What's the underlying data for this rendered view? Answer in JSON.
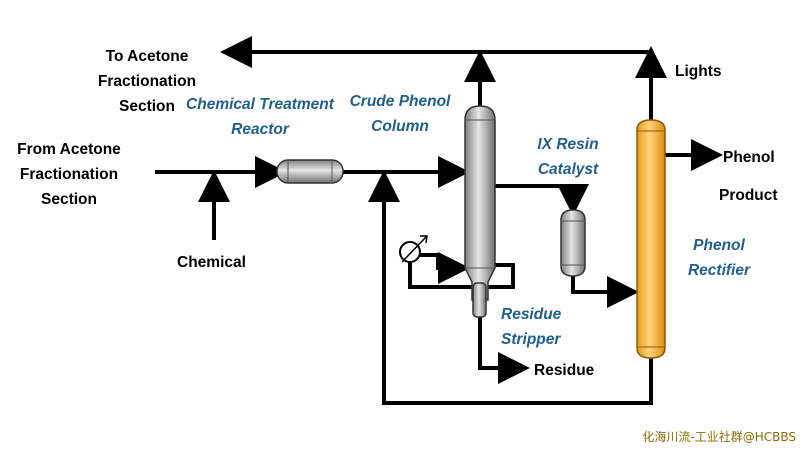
{
  "colors": {
    "line": "#000000",
    "label_equipment": "#1F5F8B",
    "vessel_gray": "#A6A6A6",
    "rectifier_fill": "#F5B942"
  },
  "labels": {
    "to_acetone": [
      "To Acetone",
      "Fractionation",
      "Section"
    ],
    "from_acetone": [
      "From Acetone",
      "Fractionation",
      "Section"
    ],
    "chemical": "Chemical",
    "lights": "Lights",
    "phenol_product": [
      "Phenol",
      "Product"
    ],
    "residue": "Residue",
    "chemical_treatment_reactor": [
      "Chemical Treatment",
      "Reactor"
    ],
    "crude_phenol_column": [
      "Crude Phenol",
      "Column"
    ],
    "ix_resin_catalyst": [
      "IX Resin",
      "Catalyst"
    ],
    "phenol_rectifier": [
      "Phenol",
      "Rectifier"
    ],
    "residue_stripper": [
      "Residue",
      "Stripper"
    ]
  },
  "watermark": "化海川流-工业社群@HCBBS",
  "icons": [
    "arrow-head-icon",
    "pump-icon"
  ]
}
